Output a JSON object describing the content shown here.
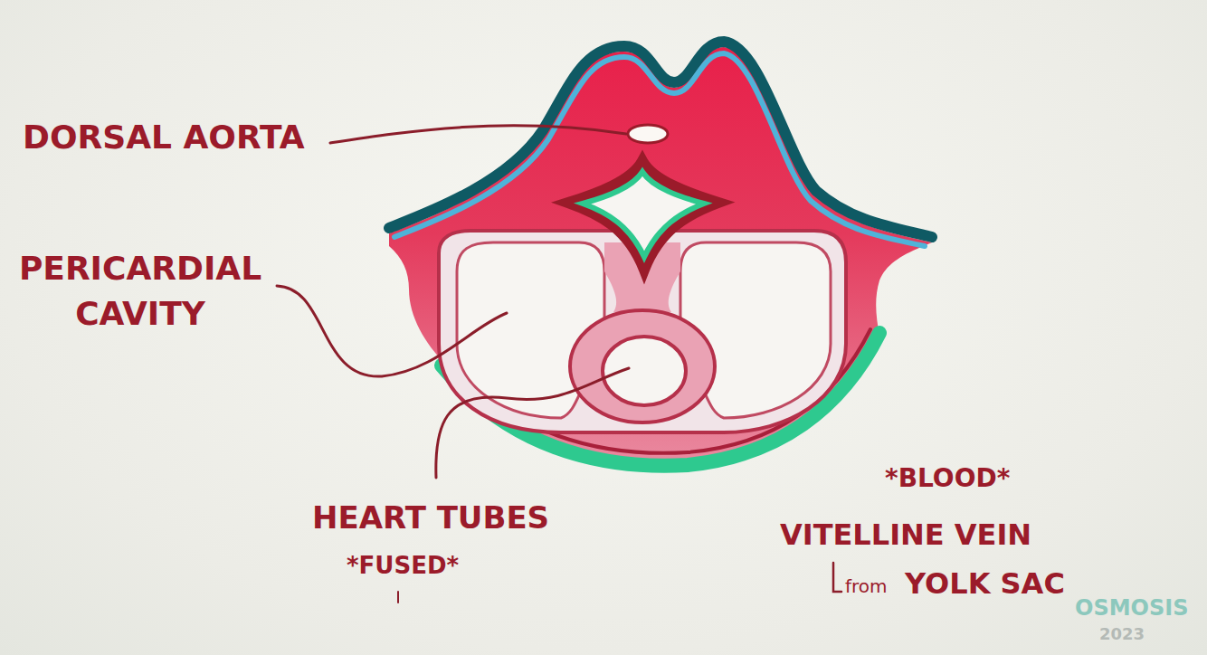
{
  "diagram": {
    "labels": [
      "DORSAL AORTA",
      "PERICARDIAL CAVITY",
      "HEART TUBES",
      "*FUSED*",
      "*BLOOD*",
      "VITELLINE VEIN",
      "from",
      "YOLK SAC",
      "OSMOSIS",
      "2023"
    ]
  }
}
